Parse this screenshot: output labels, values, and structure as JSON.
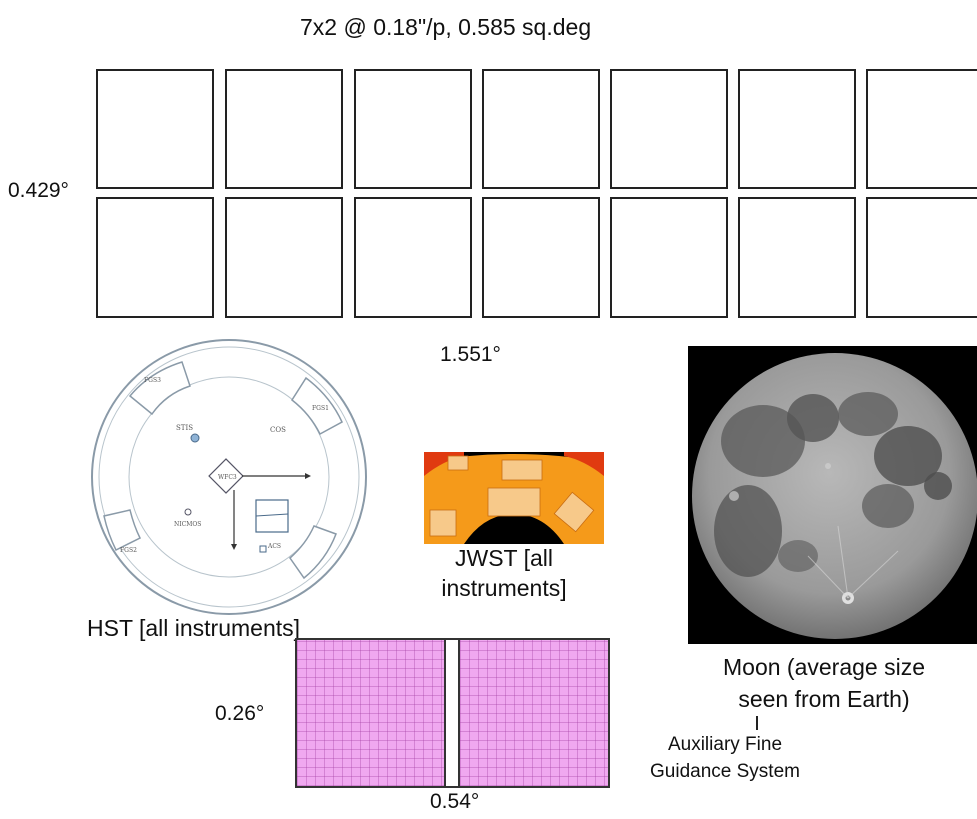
{
  "title": "7x2 @ 0.18\"/p, 0.585 sq.deg",
  "grid": {
    "rows": 2,
    "cols": 7,
    "height_label": "0.429°",
    "width_label": "1.551°"
  },
  "hst": {
    "caption": "HST [all instruments]",
    "instruments": [
      "FGS3",
      "FGS1",
      "FGS2",
      "STIS",
      "COS",
      "WFC3",
      "NICMOS",
      "ACS"
    ]
  },
  "jwst": {
    "caption_line1": "JWST [all",
    "caption_line2": "instruments]"
  },
  "moon": {
    "caption_line1": "Moon (average size",
    "caption_line2": "seen from Earth)"
  },
  "afgs": {
    "height_label": "0.26°",
    "width_label": "0.54°",
    "caption_line1": "Auxiliary Fine",
    "caption_line2": "Guidance System"
  },
  "colors": {
    "afgs_fill": "#f0a8f0",
    "jwst_orange": "#f59a1a",
    "jwst_red": "#e03a10"
  }
}
